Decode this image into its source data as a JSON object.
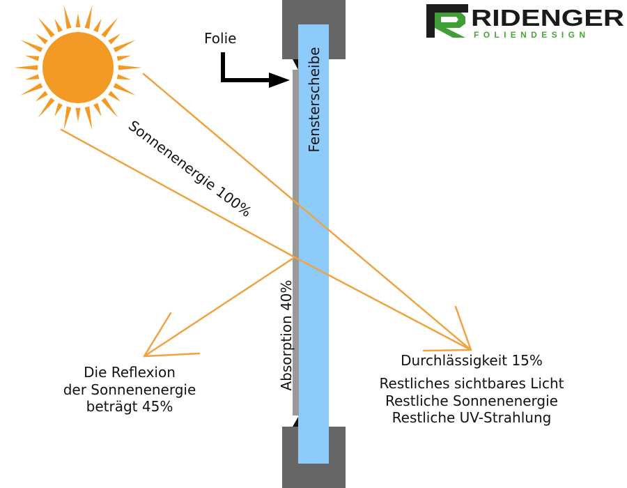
{
  "logo": {
    "name": "RIDENGER",
    "tagline": "FOLIENDESIGN",
    "colors": {
      "text": "#1a1a1a",
      "tagline": "#4aa33a",
      "mark_green": "#3f9e35",
      "mark_dark": "#1c1c1c"
    }
  },
  "labels": {
    "folie": "Folie",
    "fensterscheibe": "Fensterscheibe",
    "sonnenenergie": "Sonnenenergie 100%",
    "absorption": "Absorption 40%",
    "reflexion": [
      "Die Reflexion",
      "der Sonnenenergie",
      "beträgt 45%"
    ],
    "durchlaessigkeit": "Durchlässigkeit 15%",
    "restlich": [
      "Restliches sichtbares Licht",
      "Restliche Sonnenenergie",
      "Restliche UV-Strahlung"
    ]
  },
  "colors": {
    "sun": "#f39a26",
    "ray": "#f0a341",
    "glass": "#8dcbfb",
    "frame": "#666666",
    "film": "#9a9a9a",
    "text": "#111111"
  }
}
